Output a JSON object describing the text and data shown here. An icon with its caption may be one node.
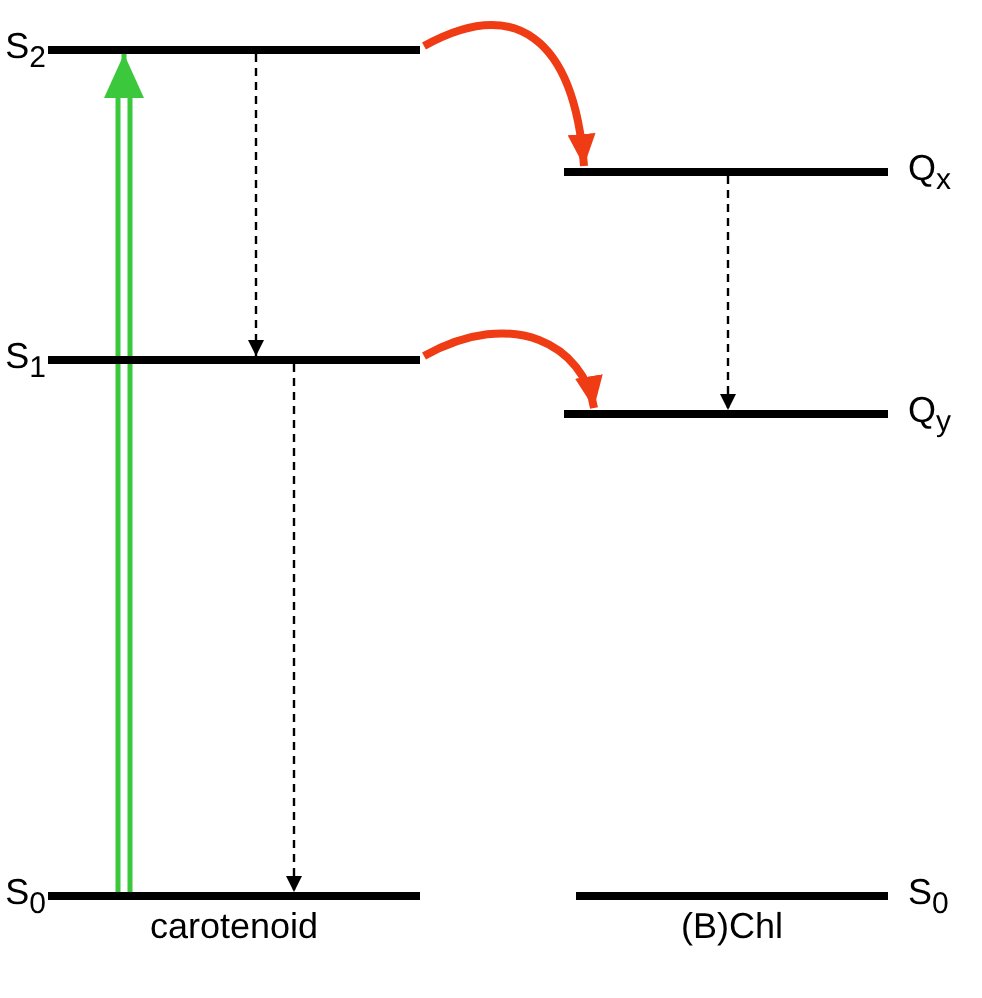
{
  "diagram": {
    "nodes": [
      {
        "text": [
          "S$_{2}$"
        ]
      },
      {
        "text": [
          "Q$_{x}$"
        ]
      },
      {
        "text": [
          "S$_{1}$"
        ]
      },
      {
        "text": [
          "Q$_{y}$"
        ]
      },
      {
        "text": [
          "S$_{0}$"
        ]
      },
      {
        "text": [
          "S$_{0}$"
        ]
      }
    ],
    "edges": [
      {
        "from": 4,
        "to": 0,
        "arrow": "to",
        "color": "#3cc83c"
      },
      {
        "from": 0,
        "to": 2,
        "arrow": "to",
        "style": "dashed"
      },
      {
        "from": 2,
        "to": 4,
        "arrow": "to",
        "style": "dashed"
      },
      {
        "from": 1,
        "to": 3,
        "arrow": "to",
        "style": "dashed"
      },
      {
        "from": 0,
        "to": 1,
        "arrow": "to",
        "style": "thick",
        "color": "#f03c14"
      },
      {
        "from": 2,
        "to": 3,
        "arrow": "to",
        "style": "thick",
        "color": "#f03c14"
      }
    ],
    "labels": [
      "carotenoid",
      "(B)Chl"
    ]
  }
}
